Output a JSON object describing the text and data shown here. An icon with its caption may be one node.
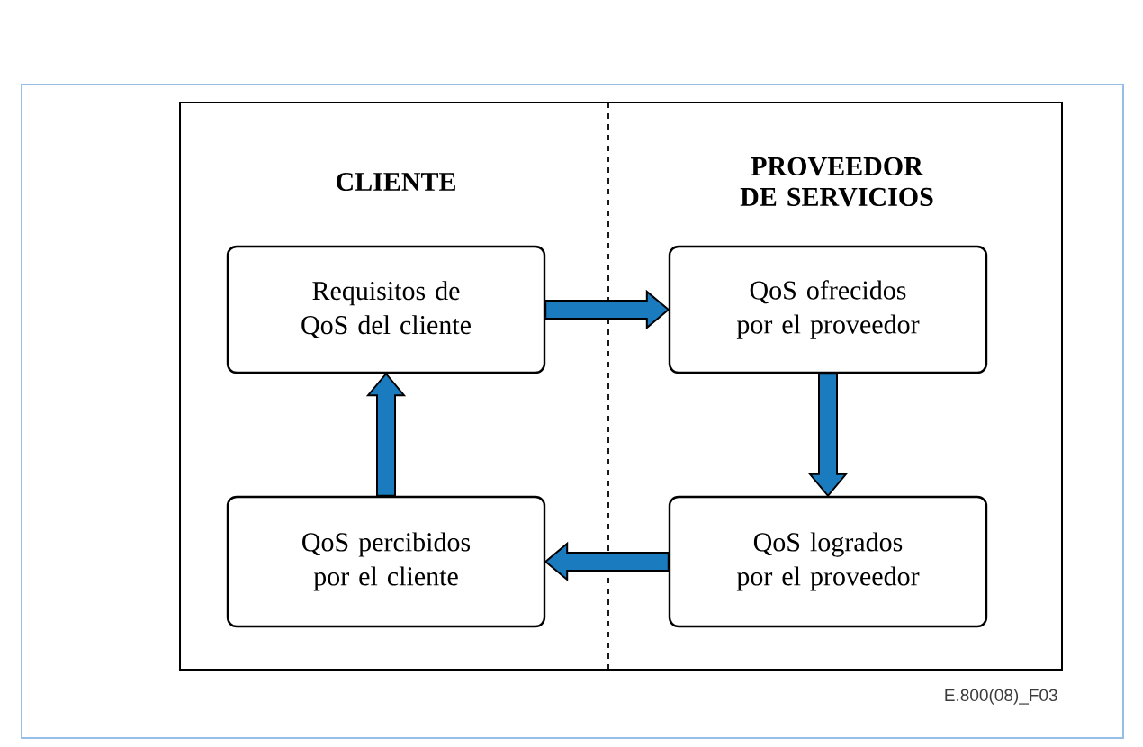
{
  "diagram": {
    "nodes": [
      {
        "text": [
          "Requisitos de QoS del cliente"
        ]
      },
      {
        "text": [
          "QoS ofrecidos por el proveedor"
        ]
      },
      {
        "text": [
          "QoS percibidos por el cliente"
        ]
      },
      {
        "text": [
          "QoS logrados por el proveedor"
        ]
      }
    ],
    "edges": [
      {
        "from": 0,
        "to": 1,
        "arrow": "to"
      },
      {
        "from": 1,
        "to": 3,
        "arrow": "to"
      },
      {
        "from": 3,
        "to": 2,
        "arrow": "to"
      },
      {
        "from": 2,
        "to": 0,
        "arrow": "to"
      }
    ],
    "labels": [
      "CLIENTE",
      "PROVEEDOR DE SERVICIOS",
      "E.800(08)_F03"
    ]
  }
}
